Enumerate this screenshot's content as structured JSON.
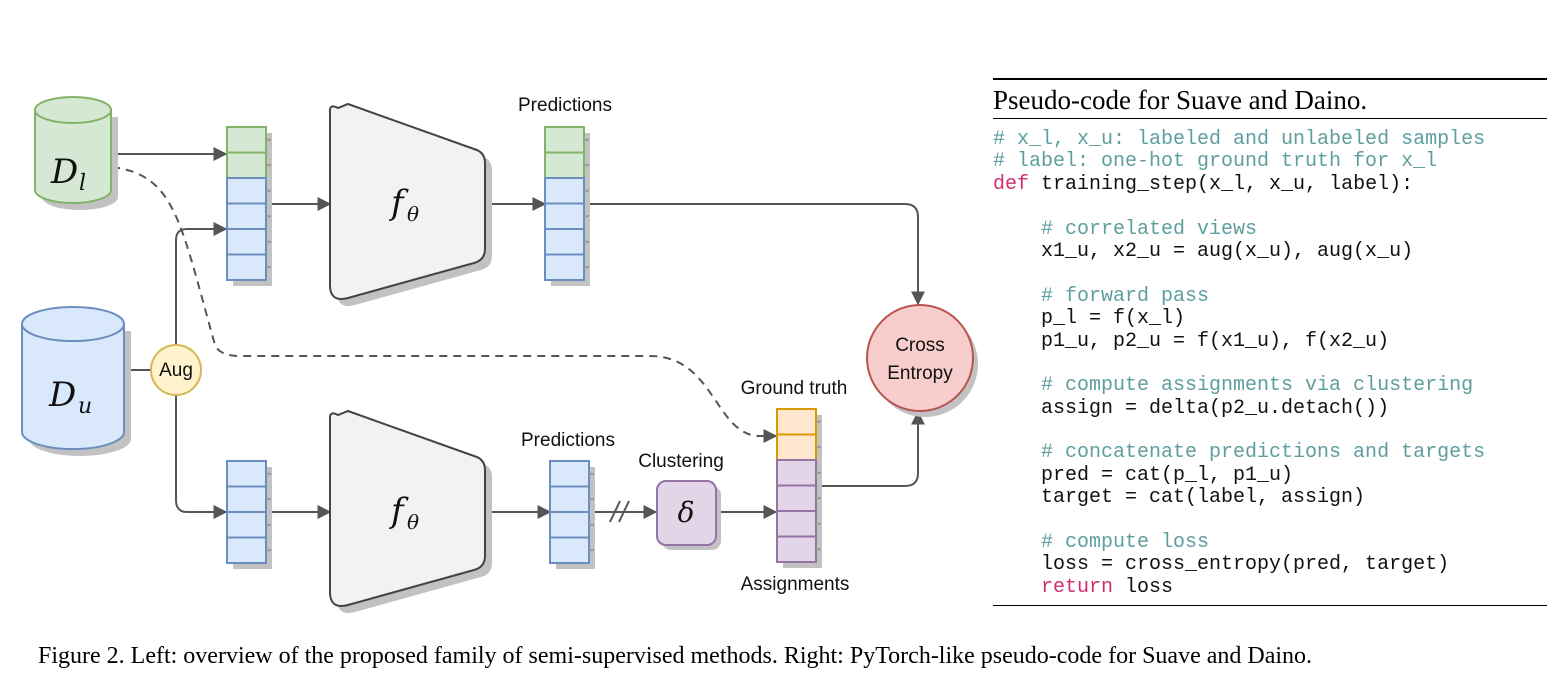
{
  "diagram": {
    "labeled_db": "D",
    "labeled_db_sub": "l",
    "unlabeled_db": "D",
    "unlabeled_db_sub": "u",
    "aug_label": "Aug",
    "network_top": "f",
    "network_top_sub": "θ",
    "network_bottom": "f",
    "network_bottom_sub": "θ",
    "predictions_top": "Predictions",
    "predictions_bottom": "Predictions",
    "clustering_label": "Clustering",
    "delta_symbol": "δ",
    "ground_truth_label": "Ground truth",
    "assignments_label": "Assignments",
    "loss_line1": "Cross",
    "loss_line2": "Entropy",
    "colors": {
      "labeled": "#d5e8d4",
      "labeled_border": "#82b366",
      "unlabeled": "#dae8fc",
      "unlabeled_border": "#6c8ebf",
      "aug": "#fff2cc",
      "aug_border": "#d6b656",
      "ground_truth": "#ffe6cc",
      "ground_truth_border": "#d79b00",
      "assignment": "#e1d5e7",
      "assignment_border": "#9673a6",
      "loss": "#f8cecc",
      "loss_border": "#b85450"
    }
  },
  "code": {
    "title": "Pseudo-code for Suave and Daino.",
    "lines": [
      {
        "type": "comment",
        "text": "# x_l, x_u: labeled and unlabeled samples"
      },
      {
        "type": "comment",
        "text": "# label: one-hot ground truth for x_l"
      },
      {
        "type": "def",
        "keyword": "def",
        "text": " training_step(x_l, x_u, label):"
      },
      {
        "type": "blank",
        "text": ""
      },
      {
        "type": "comment",
        "text": "    # correlated views"
      },
      {
        "type": "normal",
        "text": "    x1_u, x2_u = aug(x_u), aug(x_u)"
      },
      {
        "type": "blank",
        "text": ""
      },
      {
        "type": "comment",
        "text": "    # forward pass"
      },
      {
        "type": "normal",
        "text": "    p_l = f(x_l)"
      },
      {
        "type": "normal",
        "text": "    p1_u, p2_u = f(x1_u), f(x2_u)"
      },
      {
        "type": "blank",
        "text": ""
      },
      {
        "type": "comment",
        "text": "    # compute assignments via clustering"
      },
      {
        "type": "normal",
        "text": "    assign = delta(p2_u.detach())"
      },
      {
        "type": "blank",
        "text": ""
      },
      {
        "type": "comment",
        "text": "    # concatenate predictions and targets"
      },
      {
        "type": "normal",
        "text": "    pred = cat(p_l, p1_u)"
      },
      {
        "type": "normal",
        "text": "    target = cat(label, assign)"
      },
      {
        "type": "blank",
        "text": ""
      },
      {
        "type": "comment",
        "text": "    # compute loss"
      },
      {
        "type": "normal",
        "text": "    loss = cross_entropy(pred, target)"
      },
      {
        "type": "return",
        "keyword": "    return",
        "text": " loss"
      }
    ]
  },
  "caption": "Figure 2. Left: overview of the proposed family of semi-supervised methods. Right: PyTorch-like pseudo-code for Suave and Daino."
}
